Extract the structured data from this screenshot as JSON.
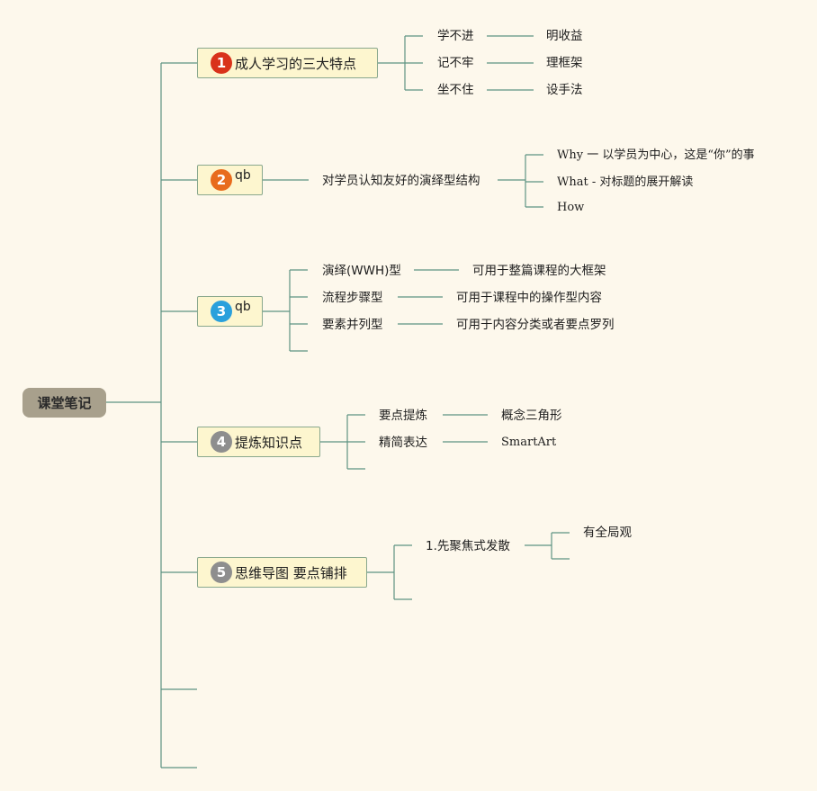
{
  "root": "课堂笔记",
  "colors": {
    "n1": "#d9321b",
    "n2": "#e86b1c",
    "n3": "#2aa0dc",
    "n4": "#8e8e8e",
    "n5": "#8e8e8e",
    "line": "#5e9383"
  },
  "topics": [
    {
      "num": "1",
      "label": "成人学习的三大特点",
      "items": [
        {
          "label": "学不进",
          "child": "明收益"
        },
        {
          "label": "记不牢",
          "child": "理框架"
        },
        {
          "label": "坐不住",
          "child": "设手法"
        }
      ]
    },
    {
      "num": "2",
      "label": "qb",
      "items": [
        {
          "label": "对学员认知友好的演绎型结构",
          "children": [
            "Why 一 以学员为中心，这是“你”的事",
            "What - 对标题的展开解读",
            "How"
          ]
        }
      ]
    },
    {
      "num": "3",
      "label": "qb",
      "items": [
        {
          "label": "演绎(WWH)型",
          "child": "可用于整篇课程的大框架"
        },
        {
          "label": "流程步骤型",
          "child": "可用于课程中的操作型内容"
        },
        {
          "label": "要素并列型",
          "child": "可用于内容分类或者要点罗列"
        }
      ]
    },
    {
      "num": "4",
      "label": "提炼知识点",
      "items": [
        {
          "label": "要点提炼",
          "child": "概念三角形"
        },
        {
          "label": "精简表达",
          "child": "SmartArt"
        }
      ]
    },
    {
      "num": "5",
      "label": "思维导图 要点铺排",
      "items": [
        {
          "label": "1.先聚焦式发散",
          "children": [
            "有全局观"
          ]
        }
      ]
    }
  ]
}
